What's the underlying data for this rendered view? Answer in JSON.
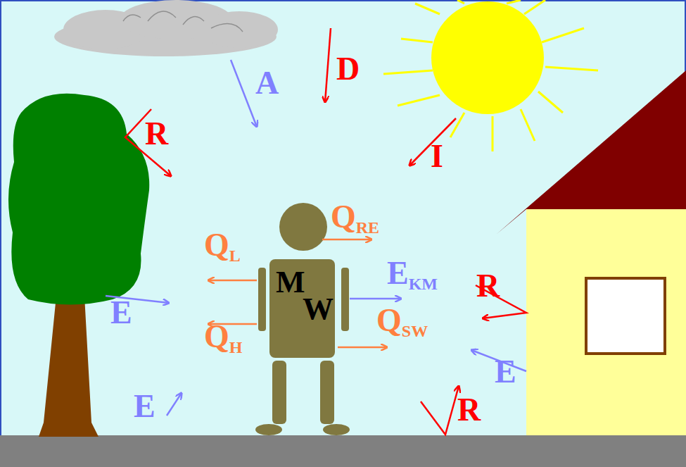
{
  "diagram": {
    "labels": [
      "A",
      "D",
      "I",
      "R",
      "QRE",
      "QL",
      "M",
      "EKM",
      "W",
      "E",
      "R",
      "QH",
      "QSW",
      "E",
      "E",
      "R"
    ]
  }
}
